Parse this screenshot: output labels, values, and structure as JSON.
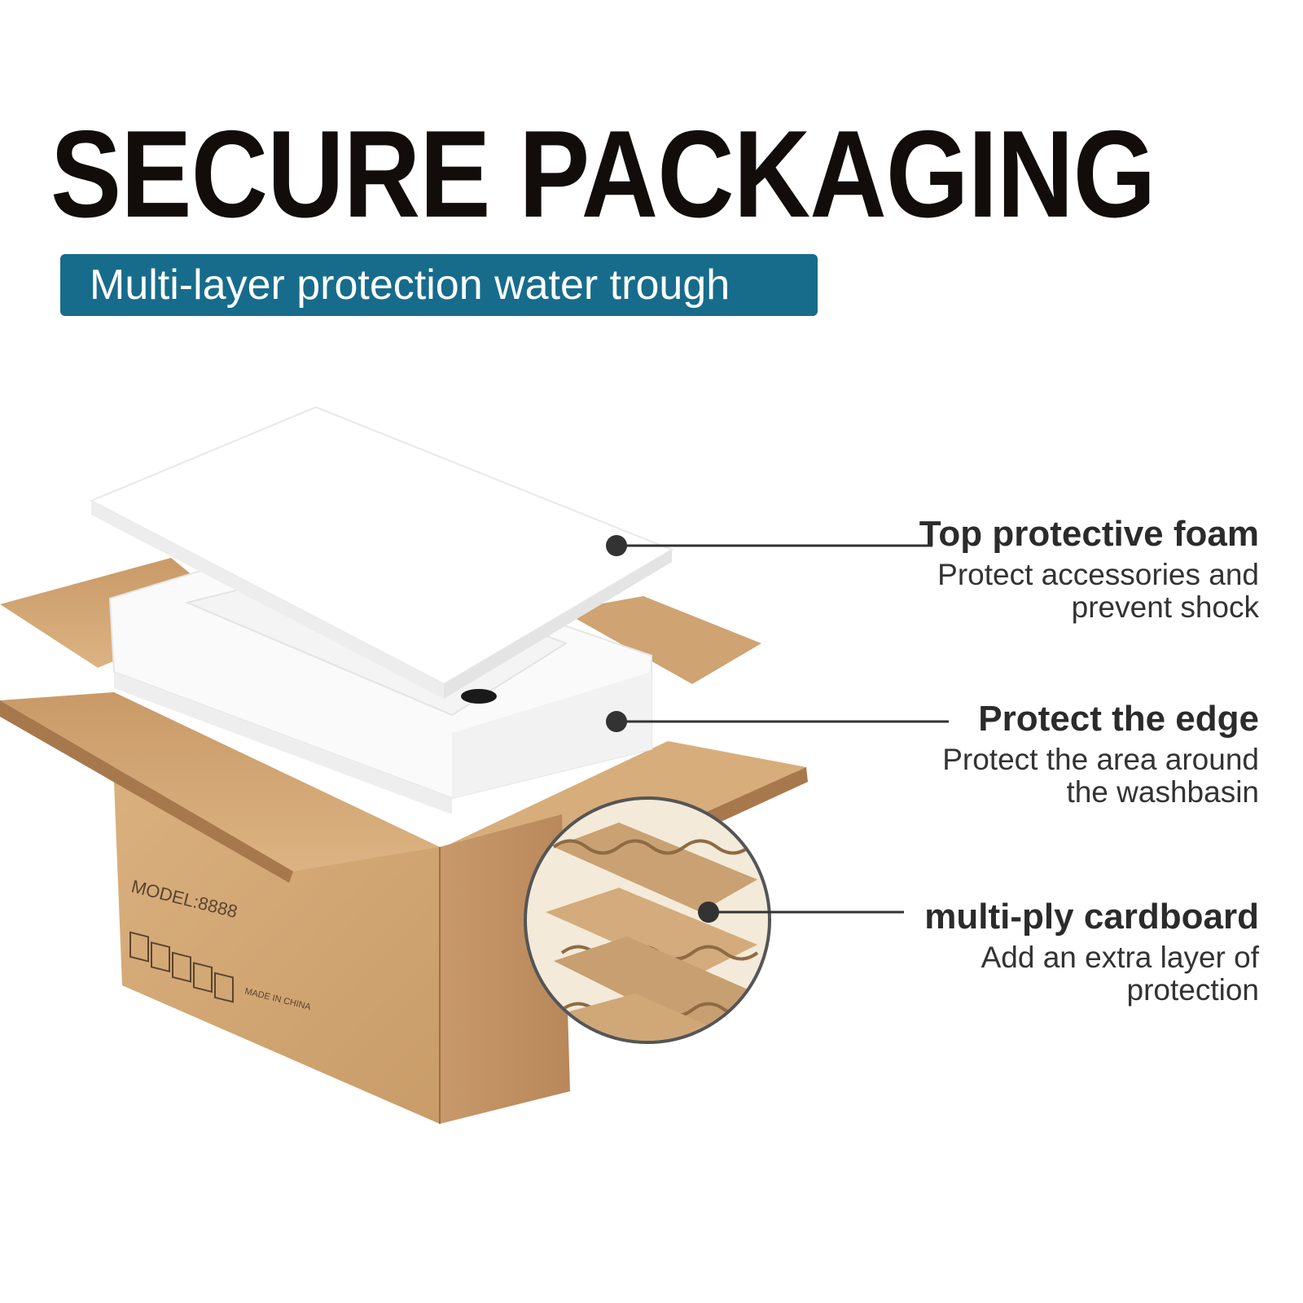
{
  "headline": "SECURE PACKAGING",
  "subtitle": "Multi-layer protection water trough",
  "box_print": {
    "model": "MODEL:8888",
    "origin": "MADE IN CHINA"
  },
  "callouts": [
    {
      "title": "Top protective foam",
      "desc_lines": [
        "Protect accessories and",
        "prevent shock"
      ]
    },
    {
      "title": "Protect the edge",
      "desc_lines": [
        "Protect the area around",
        "the washbasin"
      ]
    },
    {
      "title": "multi-ply cardboard",
      "desc_lines": [
        "Add an extra layer of",
        "protection"
      ]
    }
  ],
  "colors": {
    "banner": "#176c8b",
    "headline": "#120d0b",
    "cardboard": "#d2a874",
    "foam": "#ffffff"
  }
}
